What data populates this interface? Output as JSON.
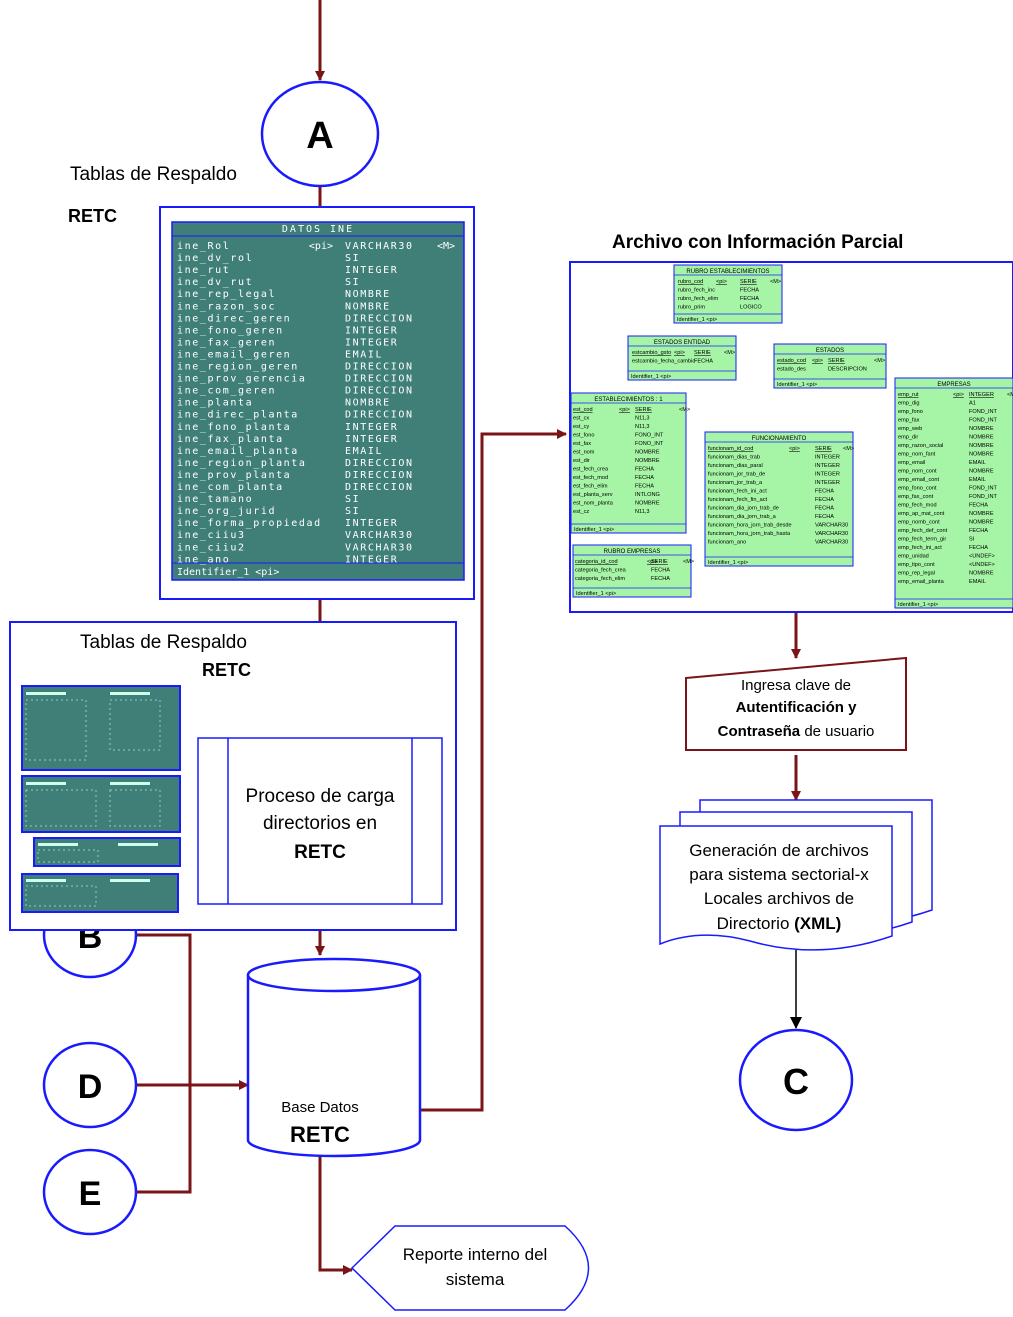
{
  "connectors": {
    "a": "A",
    "b": "B",
    "c": "C",
    "d": "D",
    "e": "E"
  },
  "labels": {
    "backup_title_1": "Tablas de Respaldo",
    "backup_sub_1": "RETC",
    "backup_title_2": "Tablas de Respaldo",
    "backup_sub_2": "RETC",
    "partial_title": "Archivo con  Información Parcial"
  },
  "datos_ine": {
    "title": "DATOS INE",
    "rows": [
      [
        "ine_Rol",
        "<pi>",
        "VARCHAR30",
        "<M>"
      ],
      [
        "ine_dv_rol",
        "",
        "SI",
        ""
      ],
      [
        "ine_rut",
        "",
        "INTEGER",
        ""
      ],
      [
        "ine_dv_rut",
        "",
        "SI",
        ""
      ],
      [
        "ine_rep_legal",
        "",
        "NOMBRE",
        ""
      ],
      [
        "ine_razon_soc",
        "",
        "NOMBRE",
        ""
      ],
      [
        "ine_direc_geren",
        "",
        "DIRECCION",
        ""
      ],
      [
        "ine_fono_geren",
        "",
        "INTEGER",
        ""
      ],
      [
        "ine_fax_geren",
        "",
        "INTEGER",
        ""
      ],
      [
        "ine_email_geren",
        "",
        "EMAIL",
        ""
      ],
      [
        "ine_region_geren",
        "",
        "DIRECCION",
        ""
      ],
      [
        "ine_prov_gerencia",
        "",
        "DIRECCION",
        ""
      ],
      [
        "ine_com_geren",
        "",
        "DIRECCION",
        ""
      ],
      [
        "ine_planta",
        "",
        "NOMBRE",
        ""
      ],
      [
        "ine_direc_planta",
        "",
        "DIRECCION",
        ""
      ],
      [
        "ine_fono_planta",
        "",
        "INTEGER",
        ""
      ],
      [
        "ine_fax_planta",
        "",
        "INTEGER",
        ""
      ],
      [
        "ine_email_planta",
        "",
        "EMAIL",
        ""
      ],
      [
        "ine_region_planta",
        "",
        "DIRECCION",
        ""
      ],
      [
        "ine_prov_planta",
        "",
        "DIRECCION",
        ""
      ],
      [
        "ine_com_planta",
        "",
        "DIRECCION",
        ""
      ],
      [
        "ine_tamano",
        "",
        "SI",
        ""
      ],
      [
        "ine_org_jurid",
        "",
        "SI",
        ""
      ],
      [
        "ine_forma_propiedad",
        "",
        "INTEGER",
        ""
      ],
      [
        "ine_ciiu3",
        "",
        "VARCHAR30",
        ""
      ],
      [
        "ine_ciiu2",
        "",
        "VARCHAR30",
        ""
      ],
      [
        "ine_ano",
        "",
        "INTEGER",
        ""
      ]
    ],
    "footer": "Identifier_1  <pi>"
  },
  "process": {
    "line1": "Proceso de carga",
    "line2": "directorios en",
    "line3": "RETC"
  },
  "database": {
    "line1": "Base Datos",
    "line2": "RETC"
  },
  "report": {
    "line1": "Reporte interno del",
    "line2": "sistema"
  },
  "auth": {
    "line1": "Ingresa clave de",
    "line2": "Autentificación y",
    "line3_bold": "Contraseña",
    "line3_rest": " de usuario"
  },
  "docs": {
    "line1": "Generación de archivos",
    "line2": "para sistema sectorial-x",
    "line3": "Locales archivos de",
    "line4_normal": "Directorio ",
    "line4_bold": "(XML)"
  },
  "entities": {
    "rubro_est": {
      "title": "RUBRO ESTABLECIMIENTOS",
      "rows": [
        [
          "rubro_cod",
          "<pi>",
          "SERIE",
          "<M>"
        ],
        [
          "rubro_fech_inc",
          "",
          "FECHA",
          ""
        ],
        [
          "rubro_fech_elim",
          "",
          "FECHA",
          ""
        ],
        [
          "rubro_prim",
          "",
          "LOGICO",
          ""
        ]
      ],
      "footer": "Identifier_1  <pi>"
    },
    "estados_entidad": {
      "title": "ESTADOS ENTIDAD",
      "rows": [
        [
          "estcambio_gsto",
          "<pi>",
          "SERIE",
          "<M>"
        ],
        [
          "estcambio_fecha_cambio",
          "",
          "FECHA",
          ""
        ]
      ],
      "footer": "Identifier_1  <pi>"
    },
    "estados": {
      "title": "ESTADOS",
      "rows": [
        [
          "estado_cod",
          "<pi>",
          "SERIE",
          "<M>"
        ],
        [
          "estado_des",
          "",
          "DESCRIPCION",
          ""
        ]
      ],
      "footer": "Identifier_1  <pi>"
    },
    "establecimientos": {
      "title": "ESTABLECIMIENTOS : 1",
      "rows": [
        [
          "est_cod",
          "<pi>",
          "SERIE",
          "<M>"
        ],
        [
          "est_cx",
          "",
          "N11,3",
          ""
        ],
        [
          "est_cy",
          "",
          "N11,3",
          ""
        ],
        [
          "est_fono",
          "",
          "FONO_INT",
          ""
        ],
        [
          "est_fax",
          "",
          "FONO_INT",
          ""
        ],
        [
          "est_nom",
          "",
          "NOMBRE",
          ""
        ],
        [
          "est_dir",
          "",
          "NOMBRE",
          ""
        ],
        [
          "est_fech_crea",
          "",
          "FECHA",
          ""
        ],
        [
          "est_fech_mod",
          "",
          "FECHA",
          ""
        ],
        [
          "est_fech_elim",
          "",
          "FECHA",
          ""
        ],
        [
          "est_planta_serv",
          "",
          "INTLONG",
          ""
        ],
        [
          "est_nom_planta",
          "",
          "NOMBRE",
          ""
        ],
        [
          "est_cz",
          "",
          "N11,3",
          ""
        ]
      ],
      "footer": "Identifier_1  <pi>"
    },
    "funcionamiento": {
      "title": "FUNCIONAMIENTO",
      "rows": [
        [
          "funcionam_id_cod",
          "<pi>",
          "SERIE",
          "<M>"
        ],
        [
          "funcionam_dias_trab",
          "",
          "INTEGER",
          ""
        ],
        [
          "funcionam_dias_paral",
          "",
          "INTEGER",
          ""
        ],
        [
          "funcionam_jor_trab_de",
          "",
          "INTEGER",
          ""
        ],
        [
          "funcionam_jor_trab_a",
          "",
          "INTEGER",
          ""
        ],
        [
          "funcionam_fech_ini_act",
          "",
          "FECHA",
          ""
        ],
        [
          "funcionam_fech_fin_act",
          "",
          "FECHA",
          ""
        ],
        [
          "funcionam_dia_jorn_trab_de",
          "",
          "FECHA",
          ""
        ],
        [
          "funcionam_dia_jorn_trab_a",
          "",
          "FECHA",
          ""
        ],
        [
          "funcionam_hora_jorn_trab_desde",
          "",
          "VARCHAR30",
          ""
        ],
        [
          "funcionam_hora_jorn_trab_hasta",
          "",
          "VARCHAR30",
          ""
        ],
        [
          "funcionam_ano",
          "",
          "VARCHAR30",
          ""
        ]
      ],
      "footer": "Identifier_1  <pi>"
    },
    "empresas": {
      "title": "EMPRESAS",
      "rows": [
        [
          "emp_rut",
          "<pi>",
          "INTEGER",
          "<M>"
        ],
        [
          "emp_dig",
          "",
          "A1",
          ""
        ],
        [
          "emp_fono",
          "",
          "FOND_INT",
          ""
        ],
        [
          "emp_fax",
          "",
          "FOND_INT",
          ""
        ],
        [
          "emp_web",
          "",
          "NOMBRE",
          ""
        ],
        [
          "emp_dir",
          "",
          "NOMBRE",
          ""
        ],
        [
          "emp_razon_social",
          "",
          "NOMBRE",
          ""
        ],
        [
          "emp_nom_fant",
          "",
          "NOMBRE",
          ""
        ],
        [
          "emp_email",
          "",
          "EMAIL",
          ""
        ],
        [
          "emp_nom_cont",
          "",
          "NOMBRE",
          ""
        ],
        [
          "emp_email_cont",
          "",
          "EMAIL",
          ""
        ],
        [
          "emp_fono_cont",
          "",
          "FOND_INT",
          ""
        ],
        [
          "emp_fax_cont",
          "",
          "FOND_INT",
          ""
        ],
        [
          "emp_fech_mod",
          "",
          "FECHA",
          ""
        ],
        [
          "emp_ap_mat_cont",
          "",
          "NOMBRE",
          ""
        ],
        [
          "emp_nomb_cont",
          "",
          "NOMBRE",
          ""
        ],
        [
          "emp_fech_def_cont",
          "",
          "FECHA",
          ""
        ],
        [
          "emp_fech_term_gir",
          "",
          "SI",
          ""
        ],
        [
          "emp_fech_ini_act",
          "",
          "FECHA",
          ""
        ],
        [
          "emp_unidad",
          "",
          "<UNDEF>",
          ""
        ],
        [
          "emp_tipo_cont",
          "",
          "<UNDEF>",
          ""
        ],
        [
          "emp_rep_legal",
          "",
          "NOMBRE",
          ""
        ],
        [
          "emp_email_planta",
          "",
          "EMAIL",
          ""
        ]
      ],
      "footer": "Identifier_1  <pi>"
    },
    "rubro_empresas": {
      "title": "RUBRO EMPRESAS",
      "rows": [
        [
          "categoria_id_cod",
          "<pi>",
          "SERIE",
          "<M>"
        ],
        [
          "categoria_fech_crea",
          "",
          "FECHA",
          ""
        ],
        [
          "categoria_fech_elim",
          "",
          "FECHA",
          ""
        ]
      ],
      "footer": "Identifier_1  <pi>"
    }
  }
}
